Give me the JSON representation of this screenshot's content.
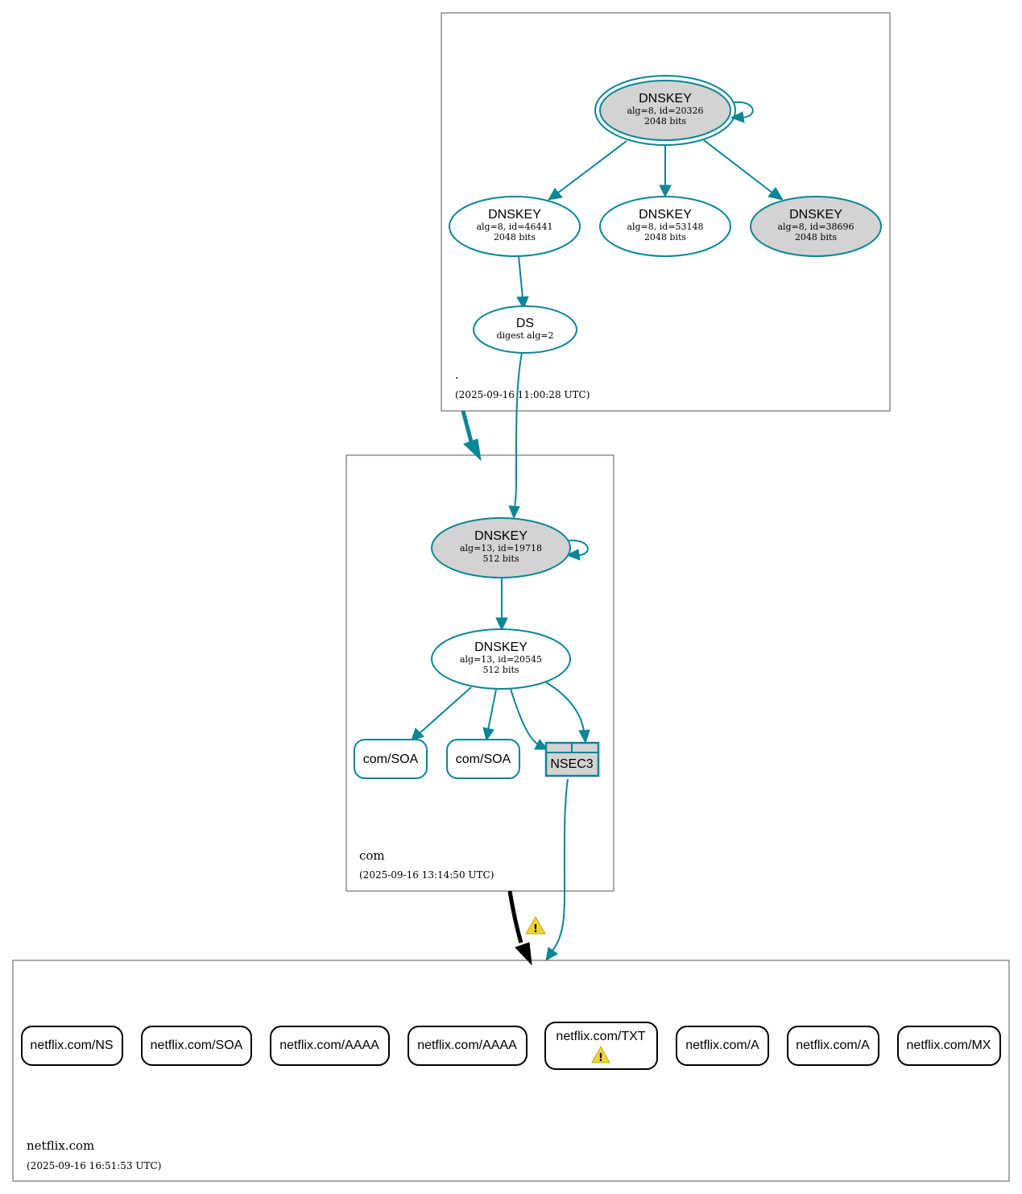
{
  "colors": {
    "secure": "#0a8696",
    "insecure_delegation": "#000000",
    "sep_fill": "#d3d3d3",
    "warning_fill": "#f2d43d"
  },
  "zones": {
    "root": {
      "name": ".",
      "timestamp": "(2025-09-16 11:00:28 UTC)"
    },
    "com": {
      "name": "com",
      "timestamp": "(2025-09-16 13:14:50 UTC)"
    },
    "netflix": {
      "name": "netflix.com",
      "timestamp": "(2025-09-16 16:51:53 UTC)"
    }
  },
  "root_nodes": {
    "ksk": {
      "title": "DNSKEY",
      "line1": "alg=8, id=20326",
      "line2": "2048 bits"
    },
    "zsk1": {
      "title": "DNSKEY",
      "line1": "alg=8, id=46441",
      "line2": "2048 bits"
    },
    "zsk2": {
      "title": "DNSKEY",
      "line1": "alg=8, id=53148",
      "line2": "2048 bits"
    },
    "ksk2": {
      "title": "DNSKEY",
      "line1": "alg=8, id=38696",
      "line2": "2048 bits"
    },
    "ds": {
      "title": "DS",
      "line1": "digest alg=2"
    }
  },
  "com_nodes": {
    "ksk": {
      "title": "DNSKEY",
      "line1": "alg=13, id=19718",
      "line2": "512 bits"
    },
    "zsk": {
      "title": "DNSKEY",
      "line1": "alg=13, id=20545",
      "line2": "512 bits"
    },
    "soa1": "com/SOA",
    "soa2": "com/SOA",
    "nsec3": "NSEC3"
  },
  "netflix_records": [
    "netflix.com/NS",
    "netflix.com/SOA",
    "netflix.com/AAAA",
    "netflix.com/AAAA",
    "netflix.com/TXT",
    "netflix.com/A",
    "netflix.com/A",
    "netflix.com/MX"
  ],
  "warnings": {
    "delegation": "warning-icon",
    "txt_record": "warning-icon"
  }
}
